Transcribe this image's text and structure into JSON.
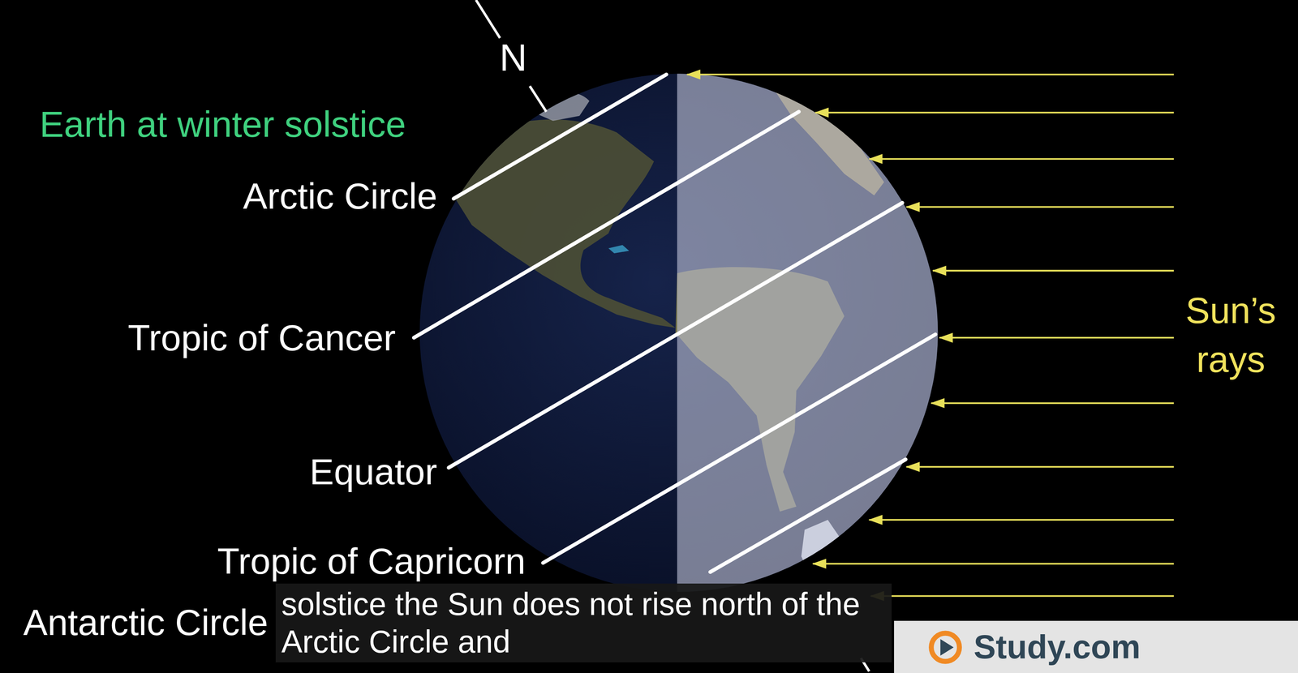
{
  "diagram": {
    "title": "Earth at winter solstice",
    "caption": "solstice the Sun does not rise north of the Arctic Circle and",
    "labels": [
      "N",
      "Arctic Circle",
      "Tropic of Cancer",
      "Equator",
      "Tropic of Capricorn",
      "Antarctic Circle",
      "Sun’s rays",
      "Study.com"
    ]
  }
}
